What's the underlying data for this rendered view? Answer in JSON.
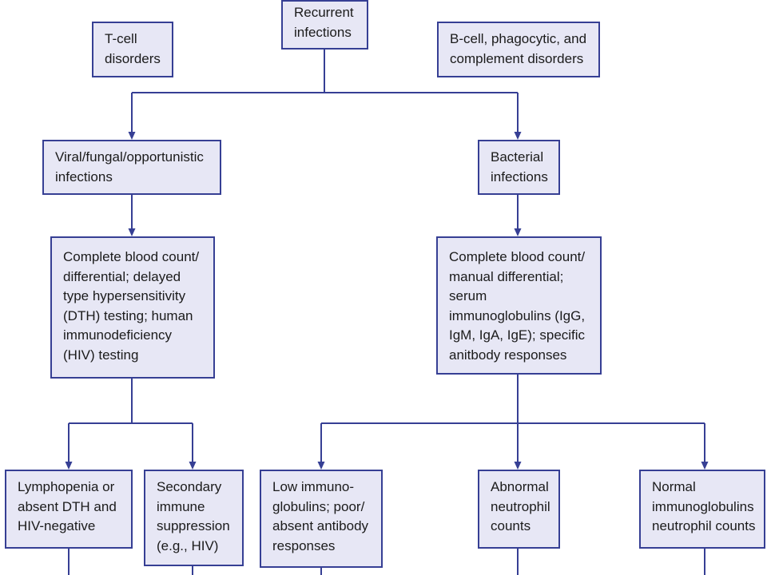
{
  "flowchart": {
    "root": "Recurrent\ninfections",
    "t_cell": "T-cell\ndisorders",
    "b_cell": "B-cell, phagocytic, and\ncomplement disorders",
    "viral": "Viral/fungal/opportunistic\ninfections",
    "bacterial": "Bacterial\ninfections",
    "left_tests": "Complete blood count/\ndifferential; delayed\ntype hypersensitivity\n(DTH) testing; human\nimmunodeficiency\n(HIV) testing",
    "right_tests": "Complete blood count/\nmanual differential;\nserum\nimmunoglobulins (IgG,\nIgM, IgA, IgE); specific\nanitbody responses",
    "lymphopenia": "Lymphopenia or\nabsent DTH and\nHIV-negative",
    "secondary": "Secondary\nimmune\nsuppression\n(e.g., HIV)",
    "low_ig": "Low immuno-\nglobulins; poor/\nabsent antibody\nresponses",
    "abnormal_neutrophil": "Abnormal\nneutrophil\ncounts",
    "normal": "Normal\nimmunoglobulins\nneutrophil counts"
  },
  "colors": {
    "box_fill": "#e7e7f5",
    "box_border": "#363f94",
    "line": "#363f94",
    "text": "#1b1b1b"
  }
}
